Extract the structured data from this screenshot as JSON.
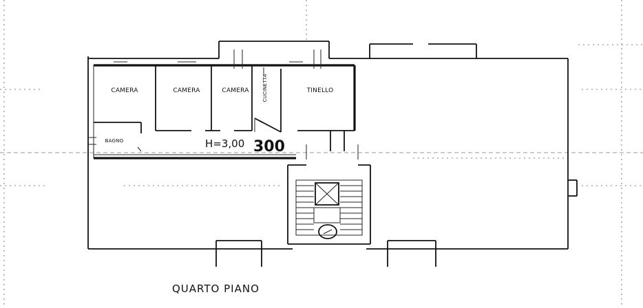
{
  "rooms": {
    "camera_1": "CAMERA",
    "camera_2": "CAMERA",
    "camera_3": "CAMERA",
    "cucinetta": "CUCINETTA",
    "tinello": "TINELLO",
    "bagno": "BAGNO"
  },
  "height_note": "H=3,00",
  "height_correction": "300",
  "floor_caption": "QUARTO PIANO"
}
